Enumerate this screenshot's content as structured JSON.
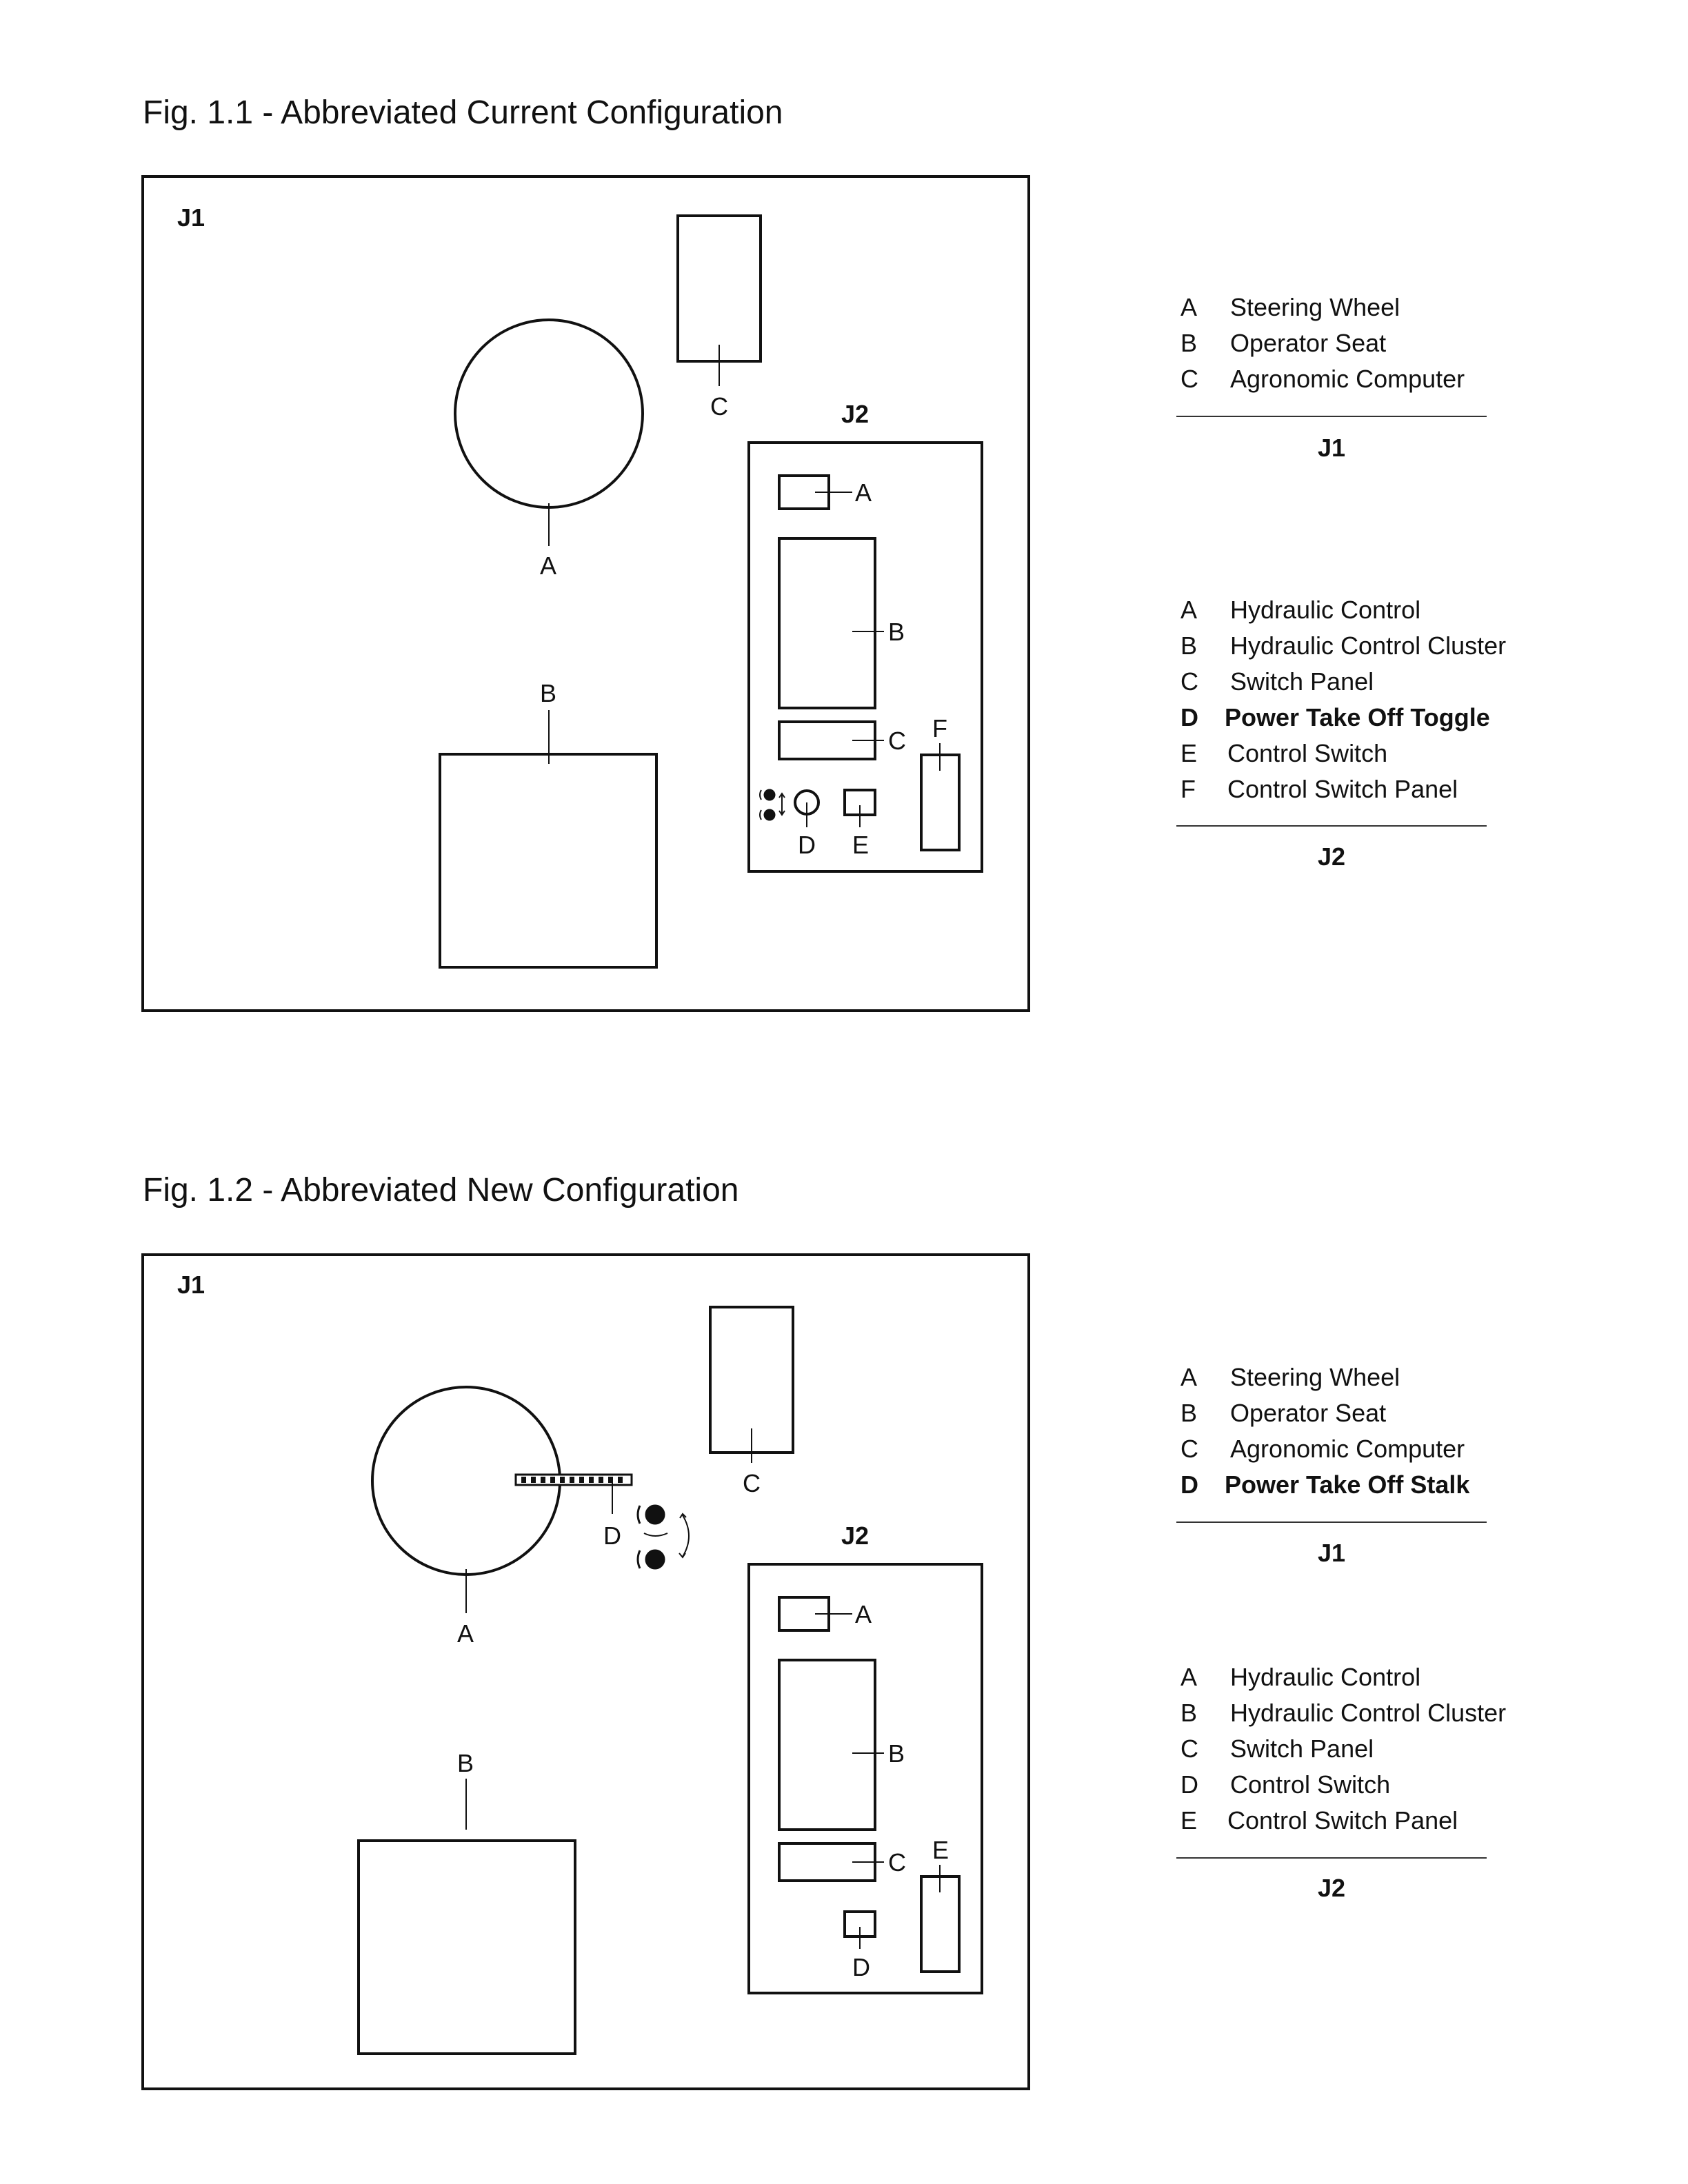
{
  "figures": [
    {
      "title": "Fig. 1.1 - Abbreviated Current Configuration",
      "zone_labels": {
        "outer": "J1",
        "inner": "J2"
      },
      "j1_callouts": {
        "a": "A",
        "b": "B",
        "c": "C"
      },
      "j2_callouts": {
        "a": "A",
        "b": "B",
        "c": "C",
        "d": "D",
        "e": "E",
        "f": "F"
      },
      "legend_j1": {
        "items": [
          {
            "key": "A",
            "label": "Steering Wheel",
            "emphasis": false
          },
          {
            "key": "B",
            "label": "Operator Seat",
            "emphasis": false
          },
          {
            "key": "C",
            "label": "Agronomic Computer",
            "emphasis": false
          }
        ],
        "footer": "J1"
      },
      "legend_j2": {
        "items": [
          {
            "key": "A",
            "label": "Hydraulic Control",
            "emphasis": false
          },
          {
            "key": "B",
            "label": "Hydraulic Control Cluster",
            "emphasis": false
          },
          {
            "key": "C",
            "label": "Switch Panel",
            "emphasis": false
          },
          {
            "key": "D",
            "label": "Power Take Off Toggle",
            "emphasis": true
          },
          {
            "key": "E",
            "label": "Control Switch",
            "emphasis": false
          },
          {
            "key": "F",
            "label": "Control Switch Panel",
            "emphasis": false
          }
        ],
        "footer": "J2"
      }
    },
    {
      "title": "Fig. 1.2 - Abbreviated New Configuration",
      "zone_labels": {
        "outer": "J1",
        "inner": "J2"
      },
      "j1_callouts": {
        "a": "A",
        "b": "B",
        "c": "C",
        "d": "D"
      },
      "j2_callouts": {
        "a": "A",
        "b": "B",
        "c": "C",
        "d": "D",
        "e": "E"
      },
      "legend_j1": {
        "items": [
          {
            "key": "A",
            "label": "Steering Wheel",
            "emphasis": false
          },
          {
            "key": "B",
            "label": "Operator Seat",
            "emphasis": false
          },
          {
            "key": "C",
            "label": "Agronomic Computer",
            "emphasis": false
          },
          {
            "key": "D",
            "label": "Power Take Off Stalk",
            "emphasis": true
          }
        ],
        "footer": "J1"
      },
      "legend_j2": {
        "items": [
          {
            "key": "A",
            "label": "Hydraulic Control",
            "emphasis": false
          },
          {
            "key": "B",
            "label": "Hydraulic Control Cluster",
            "emphasis": false
          },
          {
            "key": "C",
            "label": "Switch Panel",
            "emphasis": false
          },
          {
            "key": "D",
            "label": "Control Switch",
            "emphasis": false
          },
          {
            "key": "E",
            "label": "Control Switch Panel",
            "emphasis": false
          }
        ],
        "footer": "J2"
      }
    }
  ]
}
